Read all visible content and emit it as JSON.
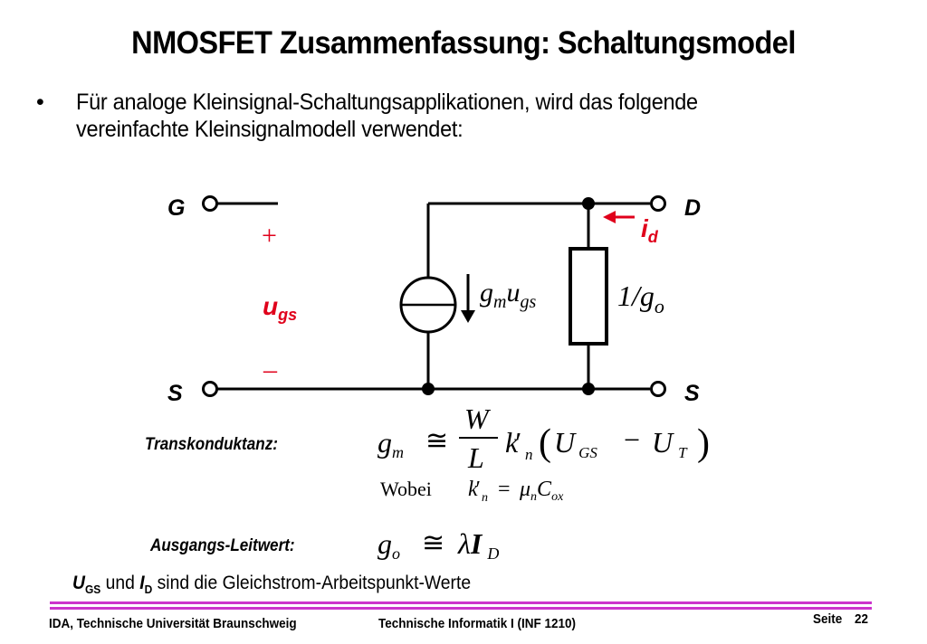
{
  "slide": {
    "title": "NMOSFET Zusammenfassung: Schaltungsmodel",
    "bullet_marker": "•",
    "bullet_text": "Für analoge Kleinsignal-Schaltungsapplikationen, wird das folgende vereinfachte Kleinsignalmodell verwendet:"
  },
  "circuit": {
    "terminal_g": "G",
    "terminal_d": "D",
    "terminal_s_left": "S",
    "terminal_s_right": "S",
    "plus": "+",
    "minus": "–",
    "ugs_main": "u",
    "ugs_sub": "gs",
    "id_main": "i",
    "id_sub": "d",
    "source_g": "g",
    "source_m": "m",
    "source_u": "u",
    "source_gs": "gs",
    "res_label": "1/g",
    "res_sub": "o"
  },
  "formulas": {
    "transconductance_label": "Transkonduktanz:",
    "gm_g": "g",
    "gm_m": "m",
    "approx": "≅",
    "frac_num": "W",
    "frac_den": "L",
    "k": "k",
    "k_prime": "′",
    "k_sub": "n",
    "paren_open": "(",
    "paren_close": ")",
    "u1": "U",
    "u1_sub": "GS",
    "minus_sign": "−",
    "u2": "U",
    "u2_sub": "T",
    "wobei": "Wobei",
    "wk": "k",
    "wk_prime": "′",
    "wk_sub": "n",
    "equals": "=",
    "mu": "μ",
    "mu_sub": "n",
    "c": "C",
    "c_sub": "ox",
    "output_label": "Ausgangs-Leitwert:",
    "go_g": "g",
    "go_o": "o",
    "lambda": "λ",
    "i_d": "I",
    "i_d_sub": "D"
  },
  "note": {
    "ugs": "U",
    "ugs_sub": "GS",
    "und": " und ",
    "id": "I",
    "id_sub": "D",
    "rest": " sind die Gleichstrom-Arbeitspunkt-Werte"
  },
  "footer": {
    "left": "IDA, Technische Universität Braunschweig",
    "center": "Technische Informatik I (INF 1210)",
    "page_label": "Seite",
    "page_number": "22"
  },
  "colors": {
    "red": "#e0001b",
    "magenta": "#cc33cc"
  }
}
